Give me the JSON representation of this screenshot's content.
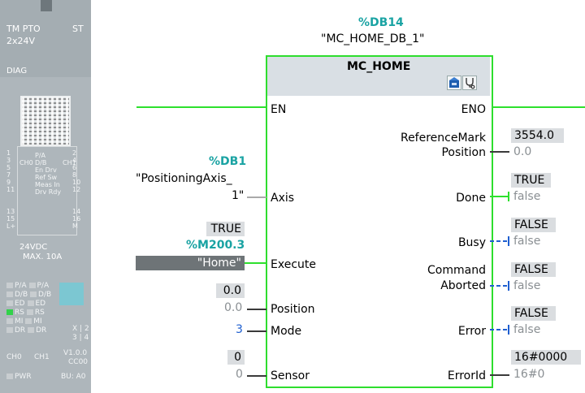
{
  "module": {
    "name": "TM PTO",
    "variant": "ST",
    "voltage": "2x24V",
    "diag": "DIAG",
    "pins_left": [
      "1",
      "3",
      "5",
      "7",
      "9",
      "11",
      "13",
      "15",
      "L+"
    ],
    "pins_right": [
      "2",
      "4",
      "6",
      "8",
      "10",
      "12",
      "14",
      "16",
      "M"
    ],
    "pin_labels": [
      "P/A",
      "D/B",
      "En Drv",
      "Ref Sw",
      "Meas In",
      "Drv Rdy"
    ],
    "ch0": "CH0",
    "ch1": "CH1",
    "supply": "24VDC",
    "max": "MAX. 10A",
    "led_rows": [
      [
        "P/A",
        "P/A"
      ],
      [
        "D/B",
        "D/B"
      ],
      [
        "ED",
        "ED"
      ],
      [
        "RS",
        "RS"
      ],
      [
        "MI",
        "MI"
      ],
      [
        "DR",
        "DR"
      ]
    ],
    "x_label": "X",
    "x_num": "2",
    "x_sub": "3 | 4",
    "ch_row": [
      "CH0",
      "CH1"
    ],
    "version": "V1.0.0",
    "cc": "CC00",
    "pwr": "PWR",
    "bu": "BU: A0"
  },
  "block": {
    "db_ref": "%DB14",
    "db_name": "\"MC_HOME_DB_1\"",
    "title": "MC_HOME",
    "inputs": {
      "en": "EN",
      "axis": "Axis",
      "execute": "Execute",
      "position": "Position",
      "mode": "Mode",
      "sensor": "Sensor"
    },
    "outputs": {
      "eno": "ENO",
      "refmark_1": "ReferenceMark",
      "refmark_2": "Position",
      "done": "Done",
      "busy": "Busy",
      "cmd_aborted_1": "Command",
      "cmd_aborted_2": "Aborted",
      "error": "Error",
      "errorid": "ErrorId"
    }
  },
  "params": {
    "axis_db": "%DB1",
    "axis_name_1": "\"PositioningAxis_",
    "axis_name_2": "1\"",
    "execute_monitor": "TRUE",
    "execute_addr": "%M200.3",
    "execute_tag": "\"Home\"",
    "position_monitor": "0.0",
    "position_value": "0.0",
    "mode_value": "3",
    "sensor_monitor": "0",
    "sensor_value": "0",
    "refmark_monitor": "3554.0",
    "refmark_value": "0.0",
    "done_monitor": "TRUE",
    "done_value": "false",
    "busy_monitor": "FALSE",
    "busy_value": "false",
    "aborted_monitor": "FALSE",
    "aborted_value": "false",
    "error_monitor": "FALSE",
    "error_value": "false",
    "errorid_monitor": "16#0000",
    "errorid_value": "16#0"
  },
  "colors": {
    "power_flow": "#2de02d",
    "instance_teal": "#1aa3a3",
    "bool_false_wire": "#1f5fd0"
  }
}
